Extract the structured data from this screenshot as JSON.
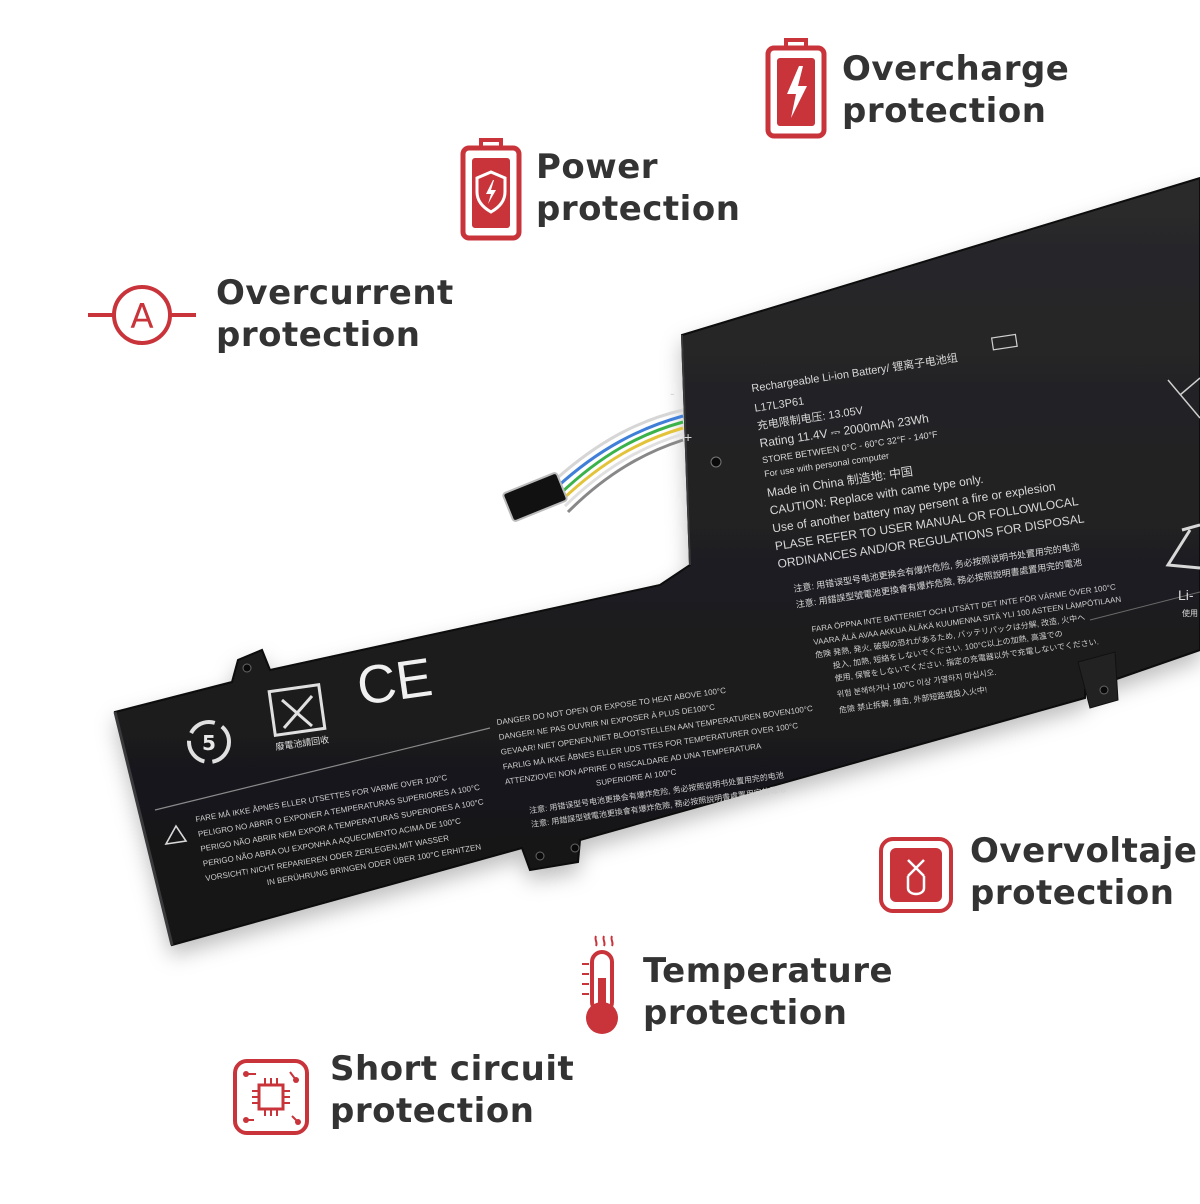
{
  "features": [
    {
      "id": "overcharge",
      "line1": "Overcharge",
      "line2": "protection",
      "icon": "battery-lightning-icon"
    },
    {
      "id": "power",
      "line1": "Power",
      "line2": "protection",
      "icon": "battery-shield-icon"
    },
    {
      "id": "overcurrent",
      "line1": "Overcurrent",
      "line2": "protection",
      "icon": "ampere-circle-icon"
    },
    {
      "id": "overvoltage",
      "line1": "Overvoltaje",
      "line2": "protection",
      "icon": "voltage-box-icon"
    },
    {
      "id": "temperature",
      "line1": "Temperature",
      "line2": "protection",
      "icon": "thermometer-icon"
    },
    {
      "id": "shortcircuit",
      "line1": "Short circuit",
      "line2": "protection",
      "icon": "circuit-chip-icon"
    }
  ],
  "accent_color": "#c8343a",
  "battery": {
    "label_lines": [
      "Rechargeable Li-ion Battery/ 锂离子电池组",
      "L17L3P61",
      "充电限制电压: 13.05V",
      "Rating 11.4V ⎓ 2000mAh 23Wh",
      "STORE BETWEEN 0°C - 60°C 32°F - 140°F",
      "For use with personal computer",
      "Made in China 制造地: 中国",
      "CAUTION: Replace with came type only.",
      "Use of another battery may persent a fire or explesion",
      "PLASE REFER TO USER MANUAL OR FOLLOWLOCAL",
      "ORDINANCES AND/OR REGULATIONS FOR DISPOSAL",
      "注意: 用错误型号电池更换会有爆炸危险, 务必按照说明书处置用完的电池",
      "注意: 用錯誤型號電池更換會有爆炸危險, 務必按照說明書處置用完的電池"
    ],
    "terminal_minus": "-",
    "terminal_plus": "+",
    "ce_mark": "CE",
    "recycle_number": "5",
    "recycle_caption": "廢電池請回收",
    "liion_mark": "Li-",
    "liion_sub": "使用",
    "danger_lines": [
      "DANGER  DO NOT OPEN OR EXPOSE TO HEAT ABOVE 100°C",
      "DANGER!  NE PAS OUVRIR NI EXPOSER À PLUS DE100°C",
      "GEVAAR!  NIET OPENEN,NIET BLOOTSTELLEN AAN TEMPERATUREN BOVEN100°C",
      "FARLIG  MÅ IKKE ÅBNES ELLER UDS  TTES FOR TEMPERATURER OVER 100°C",
      "ATTENZIOVE!  NON APRIRE O RISCALDARE AD UNA TEMPERATURA",
      "SUPERIORE AI 100°C",
      "注意: 用错误型号电池更换会有爆炸危险, 务必按照说明书处置用完的电池",
      "注意: 用錯誤型號電池更換會有爆炸危險, 務必按照說明書處置用完的電池"
    ],
    "warning_lines": [
      "FARE  MÅ IKKE ÅPNES ELLER UTSETTES FOR VARME OVER 100°C",
      "PELIGRO  NO ABRIR O EXPONER A TEMPERATURAS SUPERIORES A 100°C",
      "PERIGO  NÃO ABRIR  NEM EXPOR A TEMPERATURAS SUPERIORES A 100°C",
      "PERIGO  NÃO ABRA OU EXPONHA A AQUECIMENTO ACIMA DE 100°C",
      "VORSICHT!  NICHT REPARIEREN ODER ZERLEGEN,MIT WASSER",
      "IN BERÜHRUNG BRINGEN ODER ÜBER 100°C ERHITZEN"
    ],
    "nordic_lines": [
      "FARA ÖPPNA INTE BATTERIET OCH UTSÄTT DET INTE FÖR VÄRME ÖVER 100°C",
      "VAARA ÄLÄ AVAA AKKUA ÄLÄKÄ KUUMENNA SITÄ YLI 100 ASTEEN LÄMPÖTILAAN",
      "危険 発熱, 発火, 破裂の恐れがあるため, バッテリパックは分解, 改造, 火中へ",
      "投入, 加熱, 短絡をしないでください. 100°C以上の加熱, 高温での",
      "使用, 保管をしないでください.  指定の充電器以外で充電しないでください.",
      "위험  분해하거나 100°C 이상 가열하지 마십시오.",
      "危險  禁止拆解, 撞击, 外部短路或投入火中!"
    ]
  }
}
